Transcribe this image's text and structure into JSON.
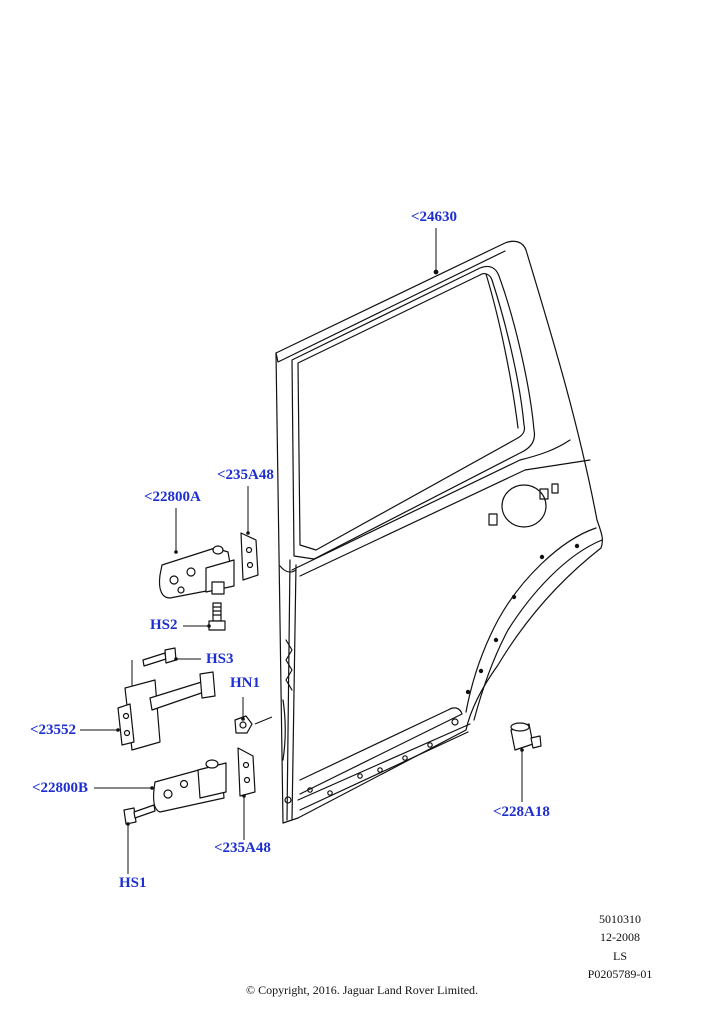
{
  "callouts": {
    "door_shell": "<24630",
    "check_strap_bracket_top": "<235A48",
    "upper_hinge": "<22800A",
    "hinge_screw_upper": "HS2",
    "hinge_screw_strap": "HS3",
    "nut": "HN1",
    "check_strap": "<23552",
    "lower_hinge": "<22800B",
    "check_strap_bracket_bottom": "<235A48",
    "bumper": "<228A18",
    "hinge_screw_lower": "HS1"
  },
  "meta": {
    "id": "5010310",
    "date": "12-2008",
    "code": "LS",
    "ref": "P0205789-01"
  },
  "copyright": "© Copyright, 2016. Jaguar Land Rover Limited.",
  "colors": {
    "callout": "#1d2fd0",
    "line": "#111111"
  }
}
